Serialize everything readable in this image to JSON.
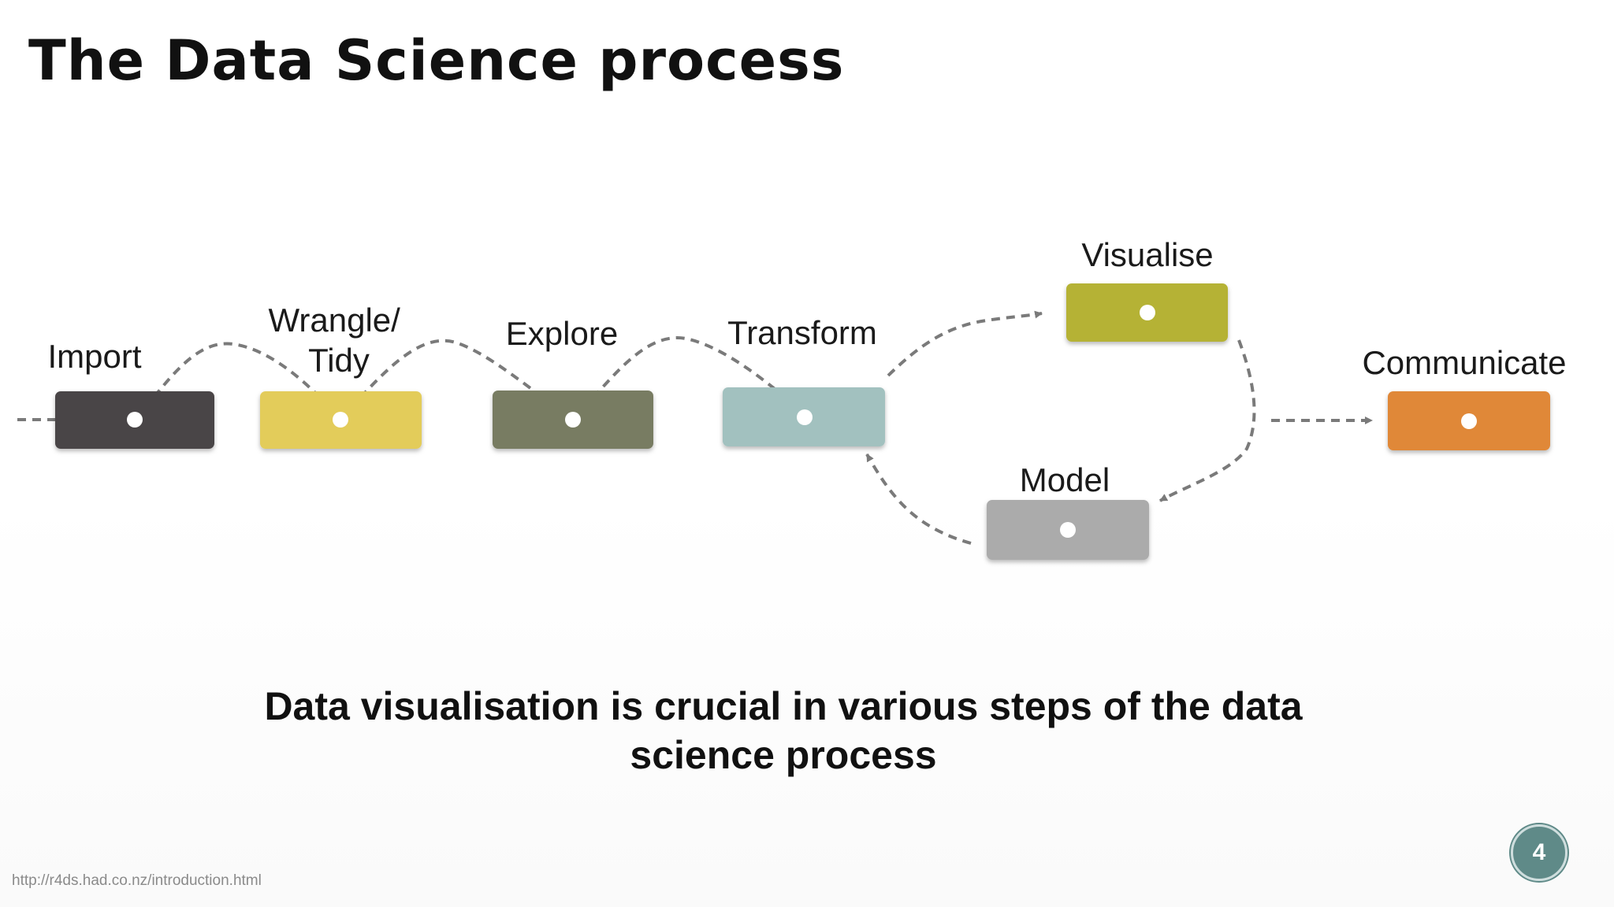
{
  "slide": {
    "title": "The Data Science process",
    "caption_line1": "Data visualisation is crucial in various steps of the data",
    "caption_line2": "science process",
    "source_url": "http://r4ds.had.co.nz/introduction.html",
    "page_number": "4"
  },
  "diagram": {
    "nodes": [
      {
        "id": "import",
        "label_lines": [
          "Import"
        ],
        "color": "#4a4446"
      },
      {
        "id": "wrangle",
        "label_lines": [
          "Wrangle/",
          "Tidy"
        ],
        "color": "#e3cc5a"
      },
      {
        "id": "explore",
        "label_lines": [
          "Explore"
        ],
        "color": "#787b62"
      },
      {
        "id": "transform",
        "label_lines": [
          "Transform"
        ],
        "color": "#a2c1bf"
      },
      {
        "id": "visualise",
        "label_lines": [
          "Visualise"
        ],
        "color": "#b5b235"
      },
      {
        "id": "model",
        "label_lines": [
          "Model"
        ],
        "color": "#ababab"
      },
      {
        "id": "communicate",
        "label_lines": [
          "Communicate"
        ],
        "color": "#e08838"
      }
    ],
    "connector_color": "#7a7a7a"
  }
}
